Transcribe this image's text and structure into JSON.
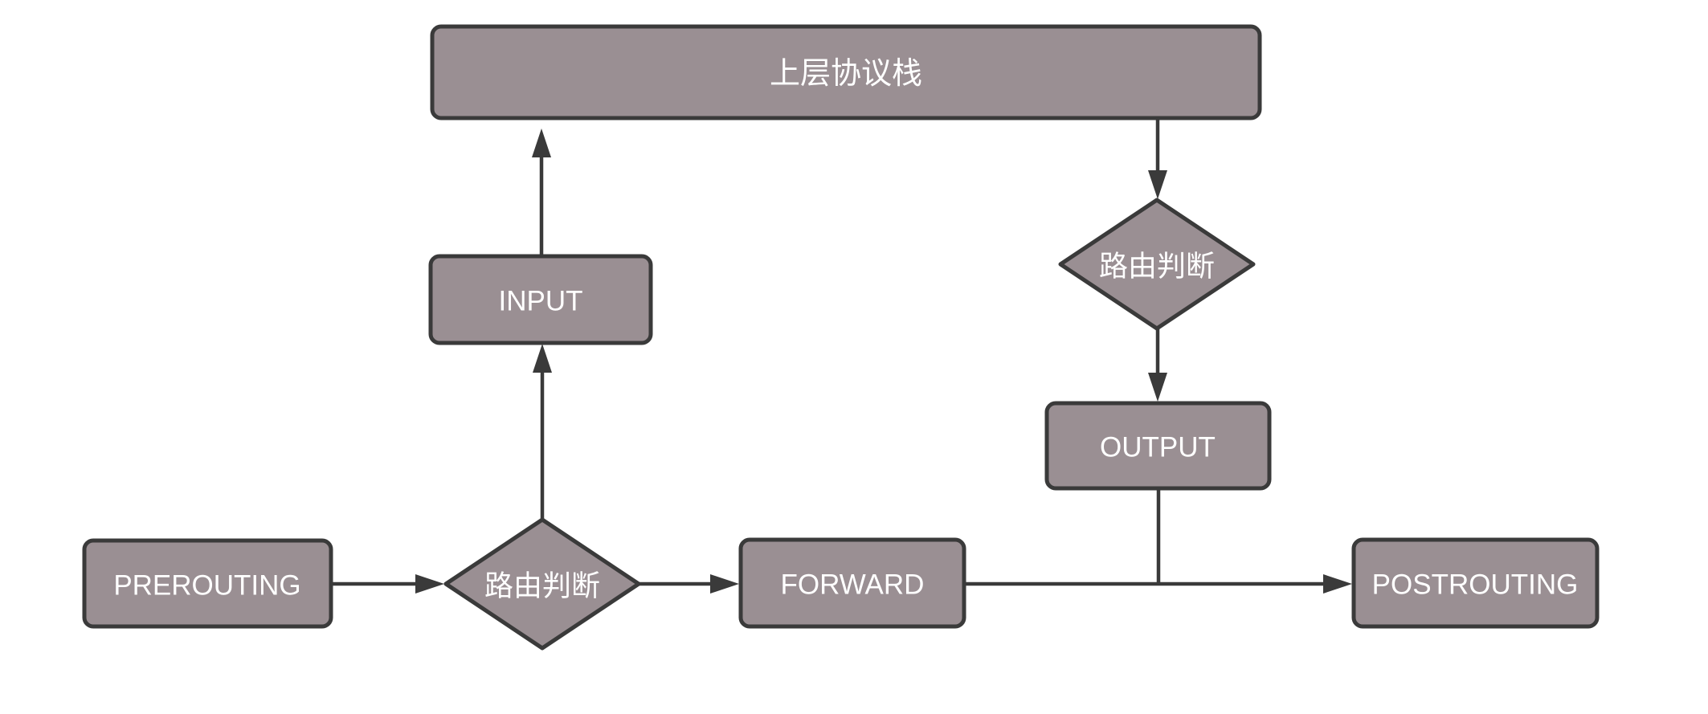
{
  "diagram": {
    "colors": {
      "canvas_background": "#ffffff",
      "node_fill": "#9a8f93",
      "node_border": "#3a3a3a",
      "edge_color": "#3a3a3a",
      "label_text": "#ffffff"
    },
    "nodes": {
      "upper_stack": {
        "label": "上层协议栈"
      },
      "input": {
        "label": "INPUT"
      },
      "routing_decision_right": {
        "label": "路由判断"
      },
      "output": {
        "label": "OUTPUT"
      },
      "prerouting": {
        "label": "PREROUTING"
      },
      "routing_decision_left": {
        "label": "路由判断"
      },
      "forward": {
        "label": "FORWARD"
      },
      "postrouting": {
        "label": "POSTROUTING"
      }
    }
  }
}
